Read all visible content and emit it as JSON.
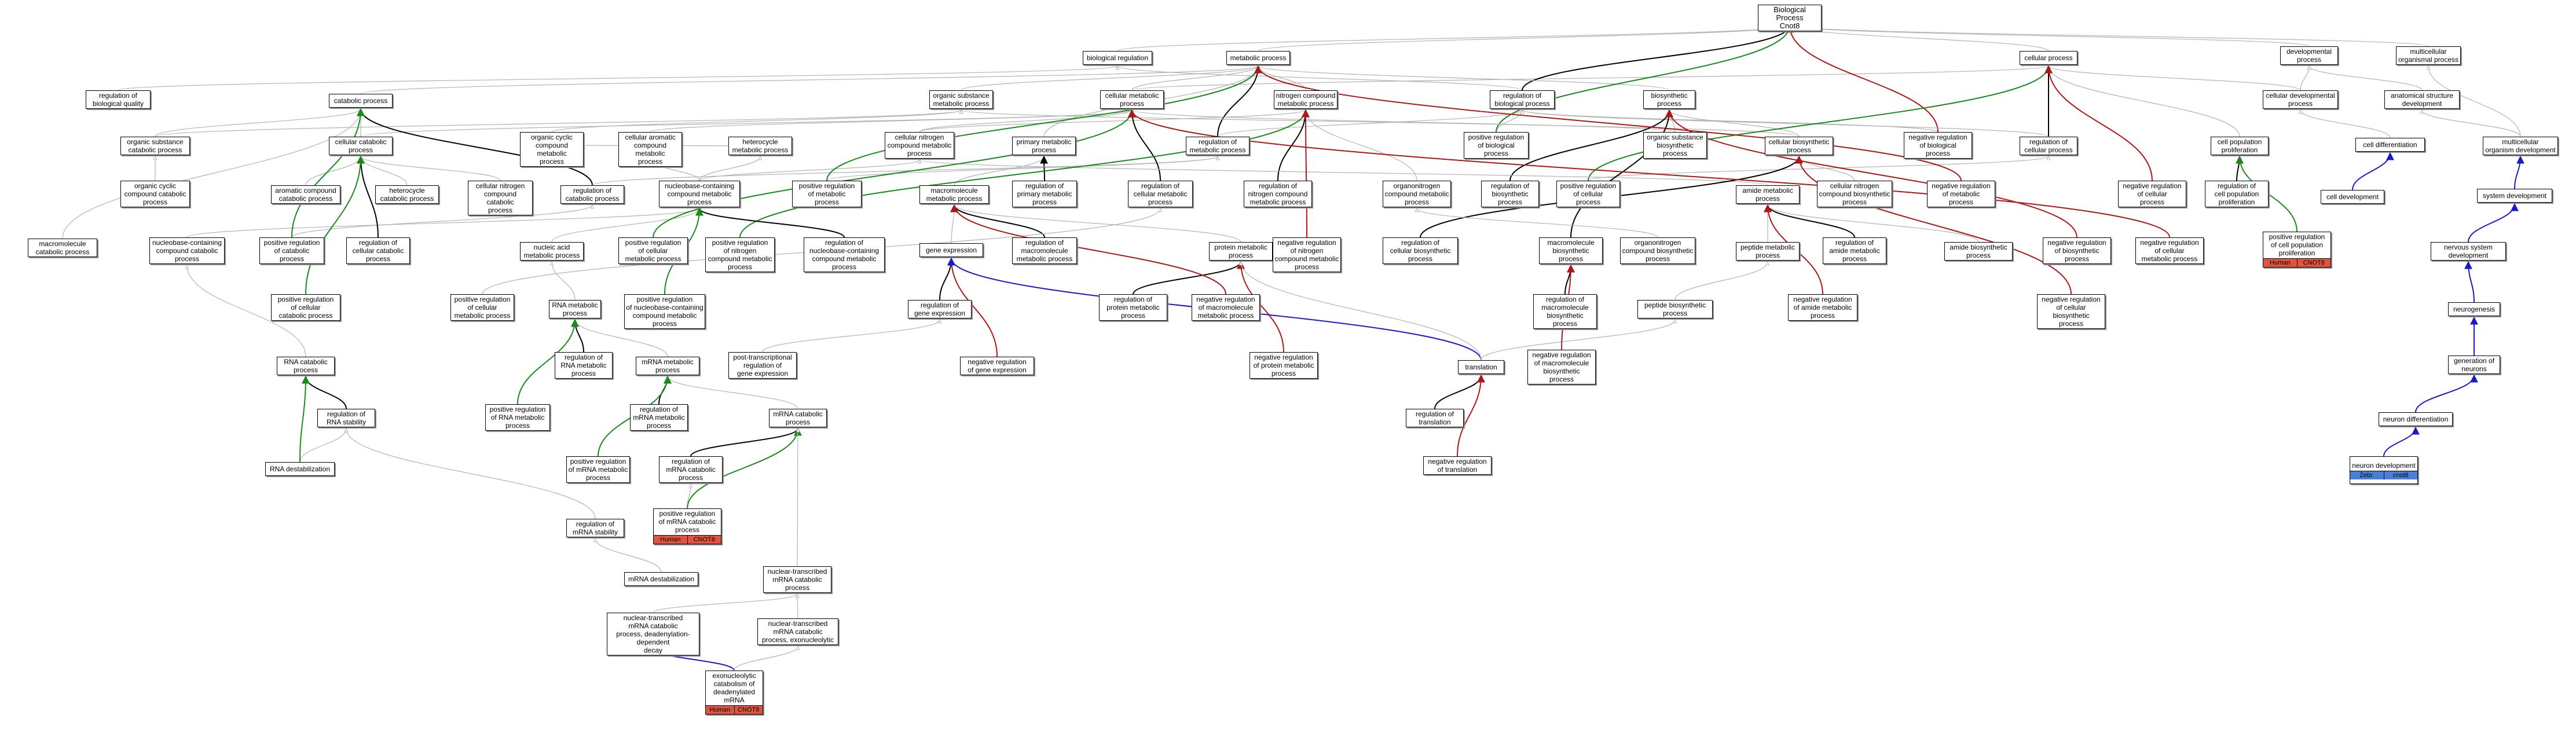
{
  "colors": {
    "is_a": "#b3b3b3",
    "regulates": "#000000",
    "positively_regulates": "#1a8a1a",
    "negatively_regulates": "#b01616",
    "part_of": "#1a1acc",
    "human_tag": "#e1533c",
    "zebrafish_tag": "#4a7fd6"
  },
  "nodes": [
    {
      "id": "bp",
      "label": "Biological Process\nCnot8"
    },
    {
      "id": "bio_reg",
      "label": "biological regulation"
    },
    {
      "id": "metab",
      "label": "metabolic process"
    },
    {
      "id": "cell_proc",
      "label": "cellular process"
    },
    {
      "id": "dev_proc",
      "label": "developmental\nprocess"
    },
    {
      "id": "multi_org",
      "label": "multicellular\norganismal process"
    },
    {
      "id": "reg_bio_quality",
      "label": "regulation of\nbiological quality"
    },
    {
      "id": "catabolic",
      "label": "catabolic process"
    },
    {
      "id": "org_sub_metab",
      "label": "organic substance\nmetabolic process"
    },
    {
      "id": "cell_metab",
      "label": "cellular metabolic\nprocess"
    },
    {
      "id": "nitro_metab",
      "label": "nitrogen compound\nmetabolic process"
    },
    {
      "id": "reg_bio_proc",
      "label": "regulation of\nbiological process"
    },
    {
      "id": "biosyn",
      "label": "biosynthetic\nprocess"
    },
    {
      "id": "cell_dev_proc",
      "label": "cellular developmental\nprocess"
    },
    {
      "id": "anat_struct",
      "label": "anatomical structure\ndevelopment"
    },
    {
      "id": "org_sub_cat",
      "label": "organic substance\ncatabolic process"
    },
    {
      "id": "cell_cat",
      "label": "cellular catabolic\nprocess"
    },
    {
      "id": "org_cyclic_metab",
      "label": "organic cyclic\ncompound metabolic\nprocess"
    },
    {
      "id": "cell_arom",
      "label": "cellular aromatic\ncompound metabolic\nprocess"
    },
    {
      "id": "hetero_metab",
      "label": "heterocycle\nmetabolic process"
    },
    {
      "id": "cell_nitro_metab",
      "label": "cellular nitrogen\ncompound metabolic\nprocess"
    },
    {
      "id": "primary_metab",
      "label": "primary metabolic\nprocess"
    },
    {
      "id": "reg_metab",
      "label": "regulation of\nmetabolic process"
    },
    {
      "id": "pos_reg_bio",
      "label": "positive regulation\nof biological\nprocess"
    },
    {
      "id": "org_sub_biosyn",
      "label": "organic substance\nbiosynthetic\nprocess"
    },
    {
      "id": "cell_biosyn",
      "label": "cellular biosynthetic\nprocess"
    },
    {
      "id": "neg_reg_bio",
      "label": "negative regulation\nof biological\nprocess"
    },
    {
      "id": "reg_cell_proc",
      "label": "regulation of\ncellular process"
    },
    {
      "id": "cell_pop_prolif",
      "label": "cell population\nproliferation"
    },
    {
      "id": "cell_diff",
      "label": "cell differentiation"
    },
    {
      "id": "multi_org_dev",
      "label": "multicellular\norganism development"
    },
    {
      "id": "macro_cat",
      "label": "macromolecule\ncatabolic process"
    },
    {
      "id": "org_cyclic_cat",
      "label": "organic cyclic\ncompound catabolic\nprocess"
    },
    {
      "id": "arom_cat",
      "label": "aromatic compound\ncatabolic process"
    },
    {
      "id": "hetero_cat",
      "label": "heterocycle\ncatabolic process"
    },
    {
      "id": "cell_nitro_cat",
      "label": "cellular nitrogen\ncompound catabolic\nprocess"
    },
    {
      "id": "reg_cat",
      "label": "regulation of\ncatabolic process"
    },
    {
      "id": "nuc_metab",
      "label": "nucleobase-containing\ncompound metabolic\nprocess"
    },
    {
      "id": "pos_reg_metab",
      "label": "positive regulation\nof metabolic\nprocess"
    },
    {
      "id": "macro_metab",
      "label": "macromolecule\nmetabolic process"
    },
    {
      "id": "reg_primary_metab",
      "label": "regulation of\nprimary metabolic\nprocess"
    },
    {
      "id": "reg_cell_metab",
      "label": "regulation of\ncellular metabolic\nprocess"
    },
    {
      "id": "reg_nitro_metab",
      "label": "regulation of\nnitrogen compound\nmetabolic process"
    },
    {
      "id": "organonitro_metab",
      "label": "organonitrogen\ncompound metabolic\nprocess"
    },
    {
      "id": "reg_biosyn",
      "label": "regulation of\nbiosynthetic\nprocess"
    },
    {
      "id": "pos_reg_cell",
      "label": "positive regulation\nof cellular\nprocess"
    },
    {
      "id": "amide_metab",
      "label": "amide metabolic\nprocess"
    },
    {
      "id": "cell_nitro_biosyn",
      "label": "cellular nitrogen\ncompound biosynthetic\nprocess"
    },
    {
      "id": "neg_reg_metab",
      "label": "negative regulation\nof metabolic\nprocess"
    },
    {
      "id": "neg_reg_cell",
      "label": "negative regulation\nof cellular\nprocess"
    },
    {
      "id": "reg_cell_pop",
      "label": "regulation of\ncell population\nproliferation"
    },
    {
      "id": "cell_development",
      "label": "cell development"
    },
    {
      "id": "system_dev",
      "label": "system development"
    },
    {
      "id": "nuc_cat",
      "label": "nucleobase-containing\ncompound catabolic\nprocess"
    },
    {
      "id": "pos_reg_cat",
      "label": "positive regulation\nof catabolic\nprocess"
    },
    {
      "id": "reg_cell_cat",
      "label": "regulation of\ncellular catabolic\nprocess"
    },
    {
      "id": "nucleic_acid_metab",
      "label": "nucleic acid\nmetabolic process"
    },
    {
      "id": "pos_reg_cell_metab",
      "label": "positive regulation\nof cellular\nmetabolic process"
    },
    {
      "id": "pos_reg_nitro_metab",
      "label": "positive regulation\nof nitrogen\ncompound metabolic\nprocess"
    },
    {
      "id": "reg_nuc_metab",
      "label": "regulation of\nnucleobase-containing\ncompound metabolic\nprocess"
    },
    {
      "id": "gene_expr",
      "label": "gene expression"
    },
    {
      "id": "reg_macro_metab",
      "label": "regulation of\nmacromolecule\nmetabolic process"
    },
    {
      "id": "protein_metab",
      "label": "protein metabolic\nprocess"
    },
    {
      "id": "neg_reg_nitro_metab",
      "label": "negative regulation\nof nitrogen\ncompound metabolic\nprocess"
    },
    {
      "id": "reg_cell_biosyn",
      "label": "regulation of\ncellular biosynthetic\nprocess"
    },
    {
      "id": "macro_biosyn",
      "label": "macromolecule\nbiosynthetic\nprocess"
    },
    {
      "id": "organonitro_biosyn",
      "label": "organonitrogen\ncompound biosynthetic\nprocess"
    },
    {
      "id": "peptide_metab",
      "label": "peptide metabolic\nprocess"
    },
    {
      "id": "reg_amide_metab",
      "label": "regulation of\namide metabolic\nprocess"
    },
    {
      "id": "amide_biosyn",
      "label": "amide biosynthetic\nprocess"
    },
    {
      "id": "neg_reg_biosyn",
      "label": "negative regulation\nof biosynthetic\nprocess"
    },
    {
      "id": "neg_reg_cell_metab",
      "label": "negative regulation\nof cellular\nmetabolic process"
    },
    {
      "id": "pos_reg_cell_pop",
      "label": "positive regulation\nof cell population\nproliferation"
    },
    {
      "id": "nervous_sys_dev",
      "label": "nervous system\ndevelopment"
    },
    {
      "id": "pos_reg_cell_cat",
      "label": "positive regulation\nof cellular\ncatabolic process"
    },
    {
      "id": "pos_reg_cell_metab2",
      "label": "positive regulation\nof cellular\nmetabolic process"
    },
    {
      "id": "pos_reg_nuc_cat",
      "label": "positive regulation\nof nucleobase-containing\ncompound metabolic\nprocess"
    },
    {
      "id": "rna_metab",
      "label": "RNA metabolic\nprocess"
    },
    {
      "id": "reg_gene_expr",
      "label": "regulation of\ngene expression"
    },
    {
      "id": "reg_protein_metab",
      "label": "regulation of\nprotein metabolic\nprocess"
    },
    {
      "id": "neg_reg_macro_metab",
      "label": "negative regulation\nof macromolecule\nmetabolic process"
    },
    {
      "id": "reg_macro_biosyn",
      "label": "regulation of\nmacromolecule\nbiosynthetic\nprocess"
    },
    {
      "id": "peptide_biosyn",
      "label": "peptide biosynthetic\nprocess"
    },
    {
      "id": "neg_reg_amide_metab",
      "label": "negative regulation\nof amide metabolic\nprocess"
    },
    {
      "id": "neg_reg_cell_biosyn",
      "label": "negative regulation\nof cellular\nbiosynthetic\nprocess"
    },
    {
      "id": "neurogenesis",
      "label": "neurogenesis"
    },
    {
      "id": "rna_cat",
      "label": "RNA catabolic\nprocess"
    },
    {
      "id": "reg_rna_metab",
      "label": "regulation of\nRNA metabolic\nprocess"
    },
    {
      "id": "mrna_metab",
      "label": "mRNA metabolic\nprocess"
    },
    {
      "id": "post_trans_reg",
      "label": "post-transcriptional\nregulation of\ngene expression"
    },
    {
      "id": "neg_reg_gene_expr",
      "label": "negative regulation\nof gene expression"
    },
    {
      "id": "neg_reg_protein_metab",
      "label": "negative regulation\nof protein metabolic\nprocess"
    },
    {
      "id": "translation",
      "label": "translation"
    },
    {
      "id": "neg_reg_macro_biosyn",
      "label": "negative regulation\nof macromolecule\nbiosynthetic\nprocess"
    },
    {
      "id": "gen_neurons",
      "label": "generation of\nneurons"
    },
    {
      "id": "reg_rna_stab",
      "label": "regulation of\nRNA stability"
    },
    {
      "id": "pos_reg_rna_metab",
      "label": "positive regulation\nof RNA metabolic\nprocess"
    },
    {
      "id": "reg_mrna_metab",
      "label": "regulation of\nmRNA metabolic\nprocess"
    },
    {
      "id": "mrna_cat",
      "label": "mRNA catabolic\nprocess"
    },
    {
      "id": "reg_translation",
      "label": "regulation of\ntranslation"
    },
    {
      "id": "neuron_diff",
      "label": "neuron differentiation"
    },
    {
      "id": "rna_destab",
      "label": "RNA destabilization"
    },
    {
      "id": "pos_reg_mrna_metab",
      "label": "positive regulation\nof mRNA metabolic\nprocess"
    },
    {
      "id": "reg_mrna_cat",
      "label": "regulation of\nmRNA catabolic\nprocess"
    },
    {
      "id": "neg_reg_translation",
      "label": "negative regulation\nof translation"
    },
    {
      "id": "neuron_dev",
      "label": "neuron development"
    },
    {
      "id": "reg_mrna_stab",
      "label": "regulation of\nmRNA stability"
    },
    {
      "id": "pos_reg_mrna_cat",
      "label": "positive regulation\nof mRNA catabolic\nprocess"
    },
    {
      "id": "mrna_destab",
      "label": "mRNA destabilization"
    },
    {
      "id": "nuc_mrna_cat",
      "label": "nuclear-transcribed\nmRNA catabolic\nprocess"
    },
    {
      "id": "nuc_mrna_dead",
      "label": "nuclear-transcribed\nmRNA catabolic\nprocess, deadenylation-dependent\ndecay"
    },
    {
      "id": "nuc_mrna_exo",
      "label": "nuclear-transcribed\nmRNA catabolic\nprocess, exonucleolytic"
    },
    {
      "id": "exo_dead",
      "label": "exonucleolytic\ncatabolism of\ndeadenylated\nmRNA"
    }
  ],
  "annotations": {
    "pos_reg_cell_pop": [
      "Human",
      "CNOT8"
    ],
    "pos_reg_mrna_cat": [
      "Human",
      "CNOT8"
    ],
    "exo_dead": [
      "Human",
      "CNOT8"
    ],
    "neuron_dev": [
      "Zebr.",
      "cnot8"
    ]
  }
}
